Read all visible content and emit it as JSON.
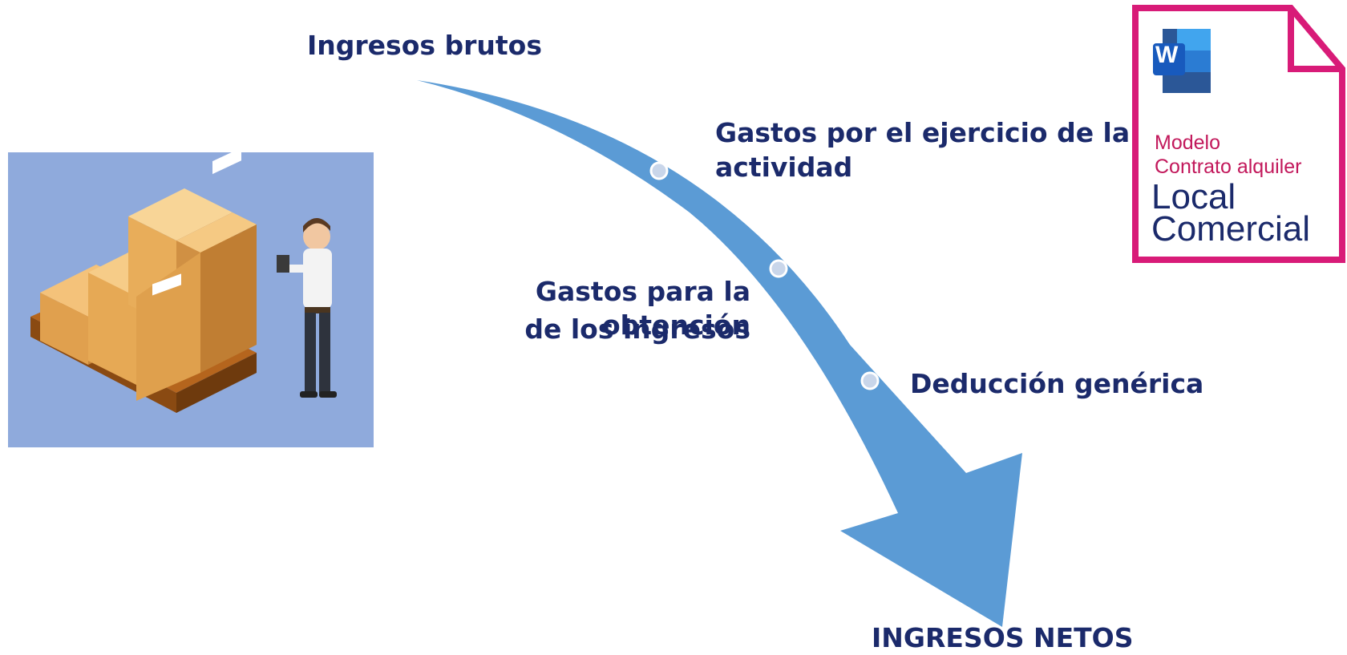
{
  "diagram": {
    "start_label": "Ingresos brutos",
    "steps": [
      {
        "label_line1": "Gastos por el ejercicio de la",
        "label_line2": "actividad"
      },
      {
        "label_line1": "Gastos para la obtención",
        "label_line2": "de los ingresos"
      },
      {
        "label_line1": "Deducción genérica",
        "label_line2": ""
      }
    ],
    "end_label": "INGRESOS NETOS"
  },
  "document_thumbnail": {
    "app_letter": "W",
    "line1": "Modelo",
    "line2": "Contrato alquiler",
    "line3": "Local",
    "line4": "Comercial"
  },
  "colors": {
    "arrow": "#5b9bd5",
    "text": "#1b2a6b",
    "doc_border": "#d81b78",
    "illustration_bg": "#8faadc"
  }
}
